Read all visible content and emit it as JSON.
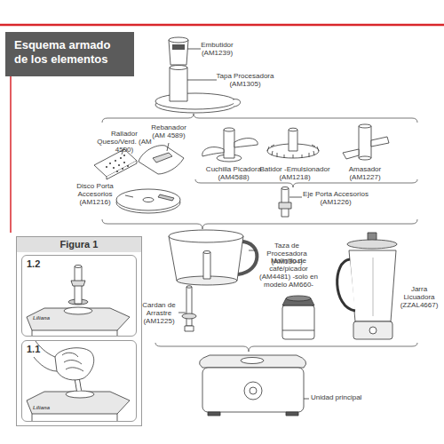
{
  "diagram": {
    "title": "Esquema armado de los elementos",
    "nodes": [
      {
        "text": [
          "Figura 1"
        ]
      },
      {
        "text": [
          "1.2",
          "Liliana"
        ],
        "in": 0
      },
      {
        "text": [
          "1.1",
          "Liliana"
        ],
        "in": 0
      }
    ],
    "labels": [
      "Embutidor (AM1239)",
      "Tapa Procesadora (AM1305)",
      "Rallador Queso/Verd. (AM 4590)",
      "Rebanador (AM 4589)",
      "Cuchilla Picadora (AM4588)",
      "Batidor -Emulsionador (AM1218)",
      "Amasador (AM1227)",
      "Disco Porta Accesorios (AM1216)",
      "Eje Porta Accesorios (AM1226)",
      "Taza de Procesadora (AM1304)",
      "Molinillo de café/picador (AM4481) -solo en modelo AM660-",
      "Jarra Licuadora (ZZAL4667)",
      "Cardan de Arrastre (AM1225)",
      "Unidad principal"
    ]
  }
}
